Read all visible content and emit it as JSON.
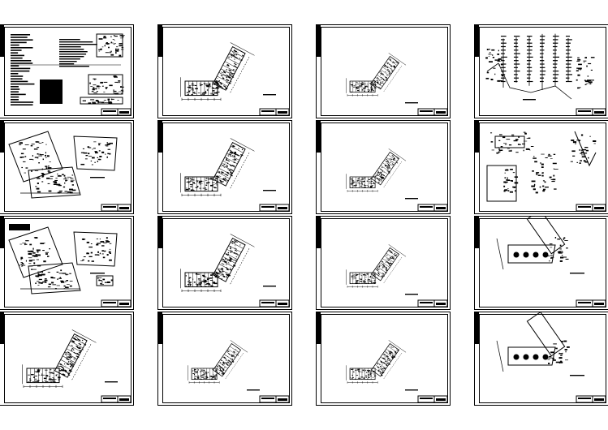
{
  "sheets": [
    {
      "kind": "notes"
    },
    {
      "kind": "plan-large"
    },
    {
      "kind": "plan-small"
    },
    {
      "kind": "system-diagram"
    },
    {
      "kind": "site-plan"
    },
    {
      "kind": "plan-large"
    },
    {
      "kind": "plan-small"
    },
    {
      "kind": "detail-diagram"
    },
    {
      "kind": "site-plan-2"
    },
    {
      "kind": "plan-large"
    },
    {
      "kind": "plan-small"
    },
    {
      "kind": "roof-plan"
    },
    {
      "kind": "plan-large"
    },
    {
      "kind": "plan-small"
    },
    {
      "kind": "plan-small"
    },
    {
      "kind": "roof-plan"
    }
  ]
}
